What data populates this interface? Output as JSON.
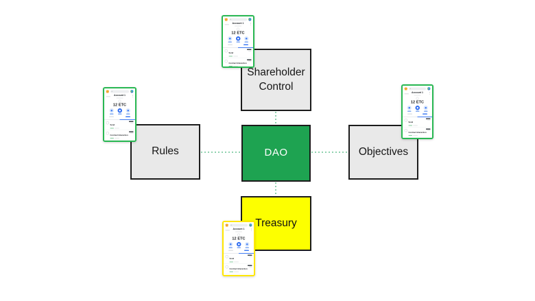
{
  "diagram": {
    "center_node": {
      "label": "DAO"
    },
    "nodes": [
      {
        "id": "shareholder-control",
        "label": "Shareholder Control",
        "position": "top"
      },
      {
        "id": "rules",
        "label": "Rules",
        "position": "left"
      },
      {
        "id": "objectives",
        "label": "Objectives",
        "position": "right"
      },
      {
        "id": "treasury",
        "label": "Treasury",
        "position": "bottom"
      }
    ]
  },
  "wallet_mockup": {
    "account_label": "Account 1",
    "menu_icon": "⋮",
    "balance": "12 ETC",
    "transactions": [
      {
        "title": "Send"
      },
      {
        "title": "Contract Interaction"
      }
    ]
  },
  "colors": {
    "dao_green": "#1ea351",
    "treasury_yellow": "#fdff00",
    "node_gray": "#e9e9e9",
    "box_border": "#1b1b1b",
    "connector_mint": "#8ed1ae",
    "phone_frame_green": "#28b852",
    "phone_frame_yellow": "#ffe600",
    "wallet_blue": "#2f6cf0"
  }
}
